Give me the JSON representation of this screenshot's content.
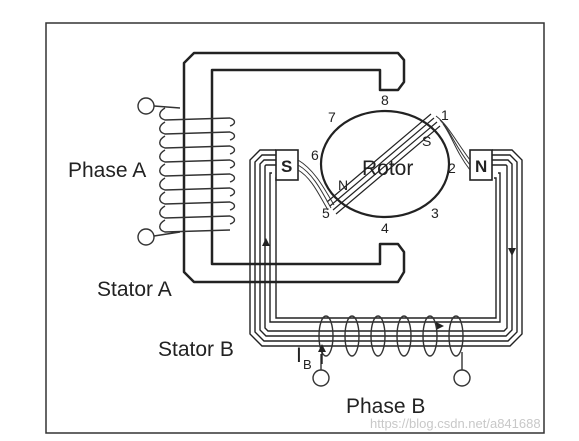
{
  "labels": {
    "phase_a": "Phase A",
    "stator_a": "Stator A",
    "stator_b": "Stator B",
    "phase_b": "Phase B",
    "rotor": "Rotor",
    "current_b_main": "I",
    "current_b_sub": "B"
  },
  "poles": {
    "left": "S",
    "right": "N",
    "rotor_top": "S",
    "rotor_bottom": "N"
  },
  "positions": [
    "1",
    "2",
    "3",
    "4",
    "5",
    "6",
    "7",
    "8"
  ],
  "watermark": "https://blog.csdn.net/a841688"
}
